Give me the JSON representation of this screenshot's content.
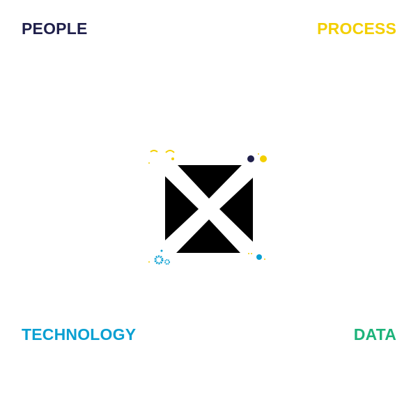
{
  "labels": {
    "people": "PEOPLE",
    "process": "PROCESS",
    "technology": "TECHNOLOGY",
    "data": "DATA"
  },
  "colors": {
    "people": "#1f1f4a",
    "process": "#f3cf00",
    "technology": "#4ea8d6",
    "data": "#5bbf8d",
    "technology_label": "#0aa0d2",
    "data_label": "#1db37a"
  }
}
